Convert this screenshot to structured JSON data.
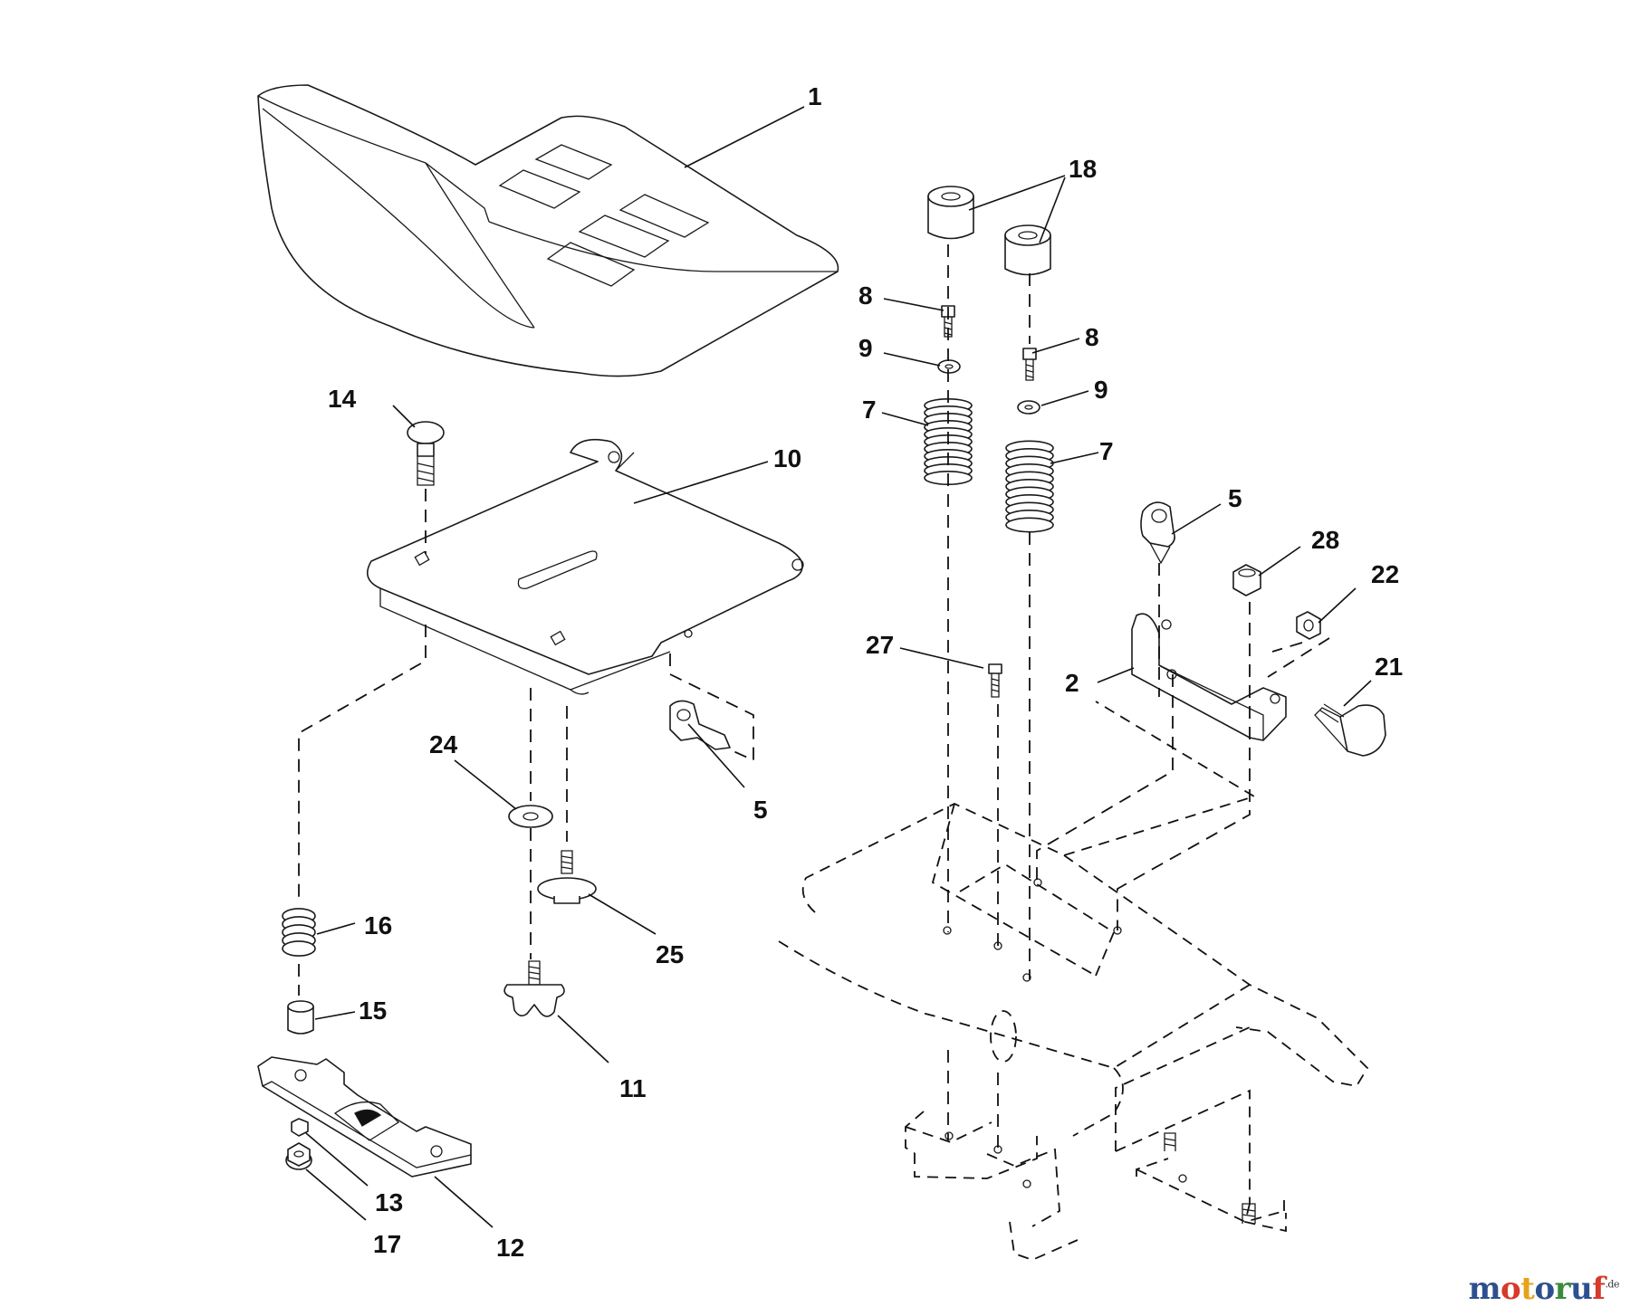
{
  "diagram": {
    "callouts": [
      {
        "id": "c1",
        "label": "1"
      },
      {
        "id": "c18",
        "label": "18"
      },
      {
        "id": "c8a",
        "label": "8"
      },
      {
        "id": "c8b",
        "label": "8"
      },
      {
        "id": "c9a",
        "label": "9"
      },
      {
        "id": "c9b",
        "label": "9"
      },
      {
        "id": "c7a",
        "label": "7"
      },
      {
        "id": "c7b",
        "label": "7"
      },
      {
        "id": "c14",
        "label": "14"
      },
      {
        "id": "c10",
        "label": "10"
      },
      {
        "id": "c5a",
        "label": "5"
      },
      {
        "id": "c28",
        "label": "28"
      },
      {
        "id": "c22",
        "label": "22"
      },
      {
        "id": "c27",
        "label": "27"
      },
      {
        "id": "c2",
        "label": "2"
      },
      {
        "id": "c21",
        "label": "21"
      },
      {
        "id": "c24",
        "label": "24"
      },
      {
        "id": "c5b",
        "label": "5"
      },
      {
        "id": "c16",
        "label": "16"
      },
      {
        "id": "c25",
        "label": "25"
      },
      {
        "id": "c15",
        "label": "15"
      },
      {
        "id": "c11",
        "label": "11"
      },
      {
        "id": "c13",
        "label": "13"
      },
      {
        "id": "c17",
        "label": "17"
      },
      {
        "id": "c12",
        "label": "12"
      }
    ]
  },
  "watermark": {
    "letters": [
      {
        "ch": "m",
        "color": "#2e4f8f"
      },
      {
        "ch": "o",
        "color": "#d63a2a"
      },
      {
        "ch": "t",
        "color": "#e6a21a"
      },
      {
        "ch": "o",
        "color": "#2e4f8f"
      },
      {
        "ch": "r",
        "color": "#3b8a3a"
      },
      {
        "ch": "u",
        "color": "#2e4f8f"
      },
      {
        "ch": "f",
        "color": "#d63a2a"
      }
    ],
    "suffix": ".de"
  }
}
